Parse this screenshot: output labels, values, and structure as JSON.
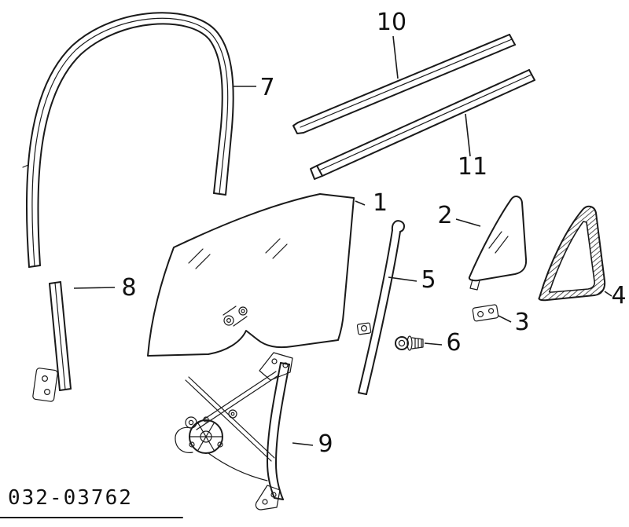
{
  "diagram": {
    "code": "032-03762",
    "callouts": [
      "1",
      "2",
      "3",
      "4",
      "5",
      "6",
      "7",
      "8",
      "9",
      "10",
      "11"
    ]
  }
}
